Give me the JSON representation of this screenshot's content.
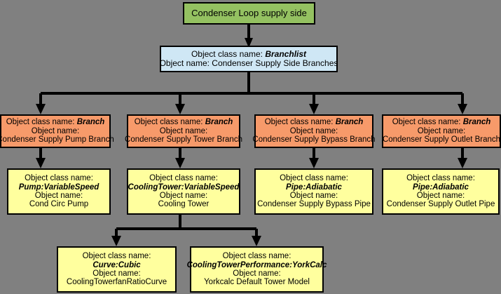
{
  "diagram": {
    "title": "Condenser Loop supply side",
    "background_color": "#808080",
    "labels": {
      "class_prefix": "Object class name:",
      "name_prefix": "Object name:"
    },
    "colors": {
      "root": "#94c161",
      "list": "#cfe7f5",
      "branch": "#f79a6a",
      "component": "#ffff9e",
      "edge": "#000000"
    },
    "nodes": {
      "root": {
        "title": "Condenser Loop supply side"
      },
      "branchlist": {
        "class_line": "Object class name: Branchlist",
        "class_prefix": "Object class name:",
        "class_value": "Branchlist",
        "name_line": "Object name: Condenser Supply Side Branches",
        "name_prefix": "Object name:",
        "name_value": "Condenser Supply Side Branches"
      },
      "branches": [
        {
          "class_prefix": "Object class name:",
          "class_value": "Branch",
          "name_prefix": "Object name:",
          "name_value": "Condenser Supply Pump Branch"
        },
        {
          "class_prefix": "Object class name:",
          "class_value": "Branch",
          "name_prefix": "Object name:",
          "name_value": "Condenser Supply Tower Branch"
        },
        {
          "class_prefix": "Object class name:",
          "class_value": "Branch",
          "name_prefix": "Object name:",
          "name_value": "Condenser Supply Bypass Branch"
        },
        {
          "class_prefix": "Object class name:",
          "class_value": "Branch",
          "name_prefix": "Object name:",
          "name_value": "Condenser Supply Outlet Branch"
        }
      ],
      "components": [
        {
          "class_prefix": "Object class name:",
          "class_value": "Pump:VariableSpeed",
          "name_prefix": "Object name:",
          "name_value": "Cond Circ Pump"
        },
        {
          "class_prefix": "Object class name:",
          "class_value": "CoolingTower:VariableSpeed",
          "name_prefix": "Object name:",
          "name_value": "Cooling Tower"
        },
        {
          "class_prefix": "Object class name:",
          "class_value": "Pipe:Adiabatic",
          "name_prefix": "Object name:",
          "name_value": "Condenser Supply Bypass Pipe"
        },
        {
          "class_prefix": "Object class name:",
          "class_value": "Pipe:Adiabatic",
          "name_prefix": "Object name:",
          "name_value": "Condenser Supply Outlet Pipe"
        }
      ],
      "subcomponents": [
        {
          "class_prefix": "Object class name:",
          "class_value": "Curve:Cubic",
          "name_prefix": "Object name:",
          "name_value": "CoolingTowerfanRatioCurve"
        },
        {
          "class_prefix": "Object class name:",
          "class_value": "CoolingTowerPerformance:YorkCalc",
          "name_prefix": "Object name:",
          "name_value": "Yorkcalc Default Tower Model"
        }
      ]
    }
  }
}
